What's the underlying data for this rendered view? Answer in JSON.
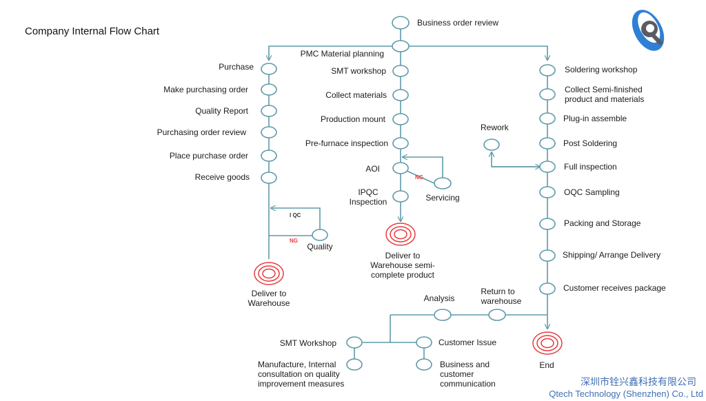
{
  "title": "Company Internal Flow Chart",
  "colors": {
    "line": "#5d9aa8",
    "node_fill": "#ffffff",
    "terminal": "#e8383d",
    "ng": "#e8383d",
    "company": "#3f6fb3"
  },
  "center": {
    "business_order_review": "Business order review",
    "pmc_material_planning": "PMC Material planning",
    "smt_workshop": "SMT workshop",
    "collect_materials": "Collect materials",
    "production_mount": "Production mount",
    "pre_furnace_inspection": "Pre-furnace inspection",
    "aoi": "AOI",
    "ipqc": [
      "IPQC",
      "Inspection"
    ],
    "servicing": "Servicing",
    "ng": "NG",
    "deliver_semi": [
      "Deliver to",
      "Warehouse semi-",
      "complete product"
    ]
  },
  "left": {
    "purchase": "Purchase",
    "make_purchasing_order": "Make purchasing order",
    "quality_report": "Quality Report",
    "purchasing_order_review": "Purchasing order review",
    "place_purchase_order": "Place purchase order",
    "receive_goods": "Receive goods",
    "iqc": "I QC",
    "ng": "NG",
    "quality": "Quality",
    "deliver_warehouse": [
      "Deliver to",
      "Warehouse"
    ]
  },
  "right": {
    "soldering_workshop": "Soldering workshop",
    "collect_semi": [
      "Collect Semi-finished",
      "product and materials"
    ],
    "plug_in_assemble": "Plug-in assemble",
    "post_soldering": "Post Soldering",
    "rework": "Rework",
    "full_inspection": "Full inspection",
    "oqc_sampling": "OQC Sampling",
    "packing_storage": "Packing and Storage",
    "shipping": "Shipping/ Arrange Delivery",
    "customer_receives": "Customer receives package",
    "end": "End"
  },
  "bottom": {
    "analysis": "Analysis",
    "return_to_warehouse": [
      "Return to",
      "warehouse"
    ],
    "smt_workshop": "SMT Workshop",
    "customer_issue": "Customer Issue",
    "manufacture": [
      "Manufacture, Internal",
      "consultation on quality",
      "improvement measures"
    ],
    "business_comm": [
      "Business and",
      "customer",
      "communication"
    ]
  },
  "company": {
    "name_cn": "深圳市铨兴鑫科技有限公司",
    "name_en": "Qtech Technology (Shenzhen) Co., Ltd",
    "logo_icon": "q-logo-icon"
  }
}
